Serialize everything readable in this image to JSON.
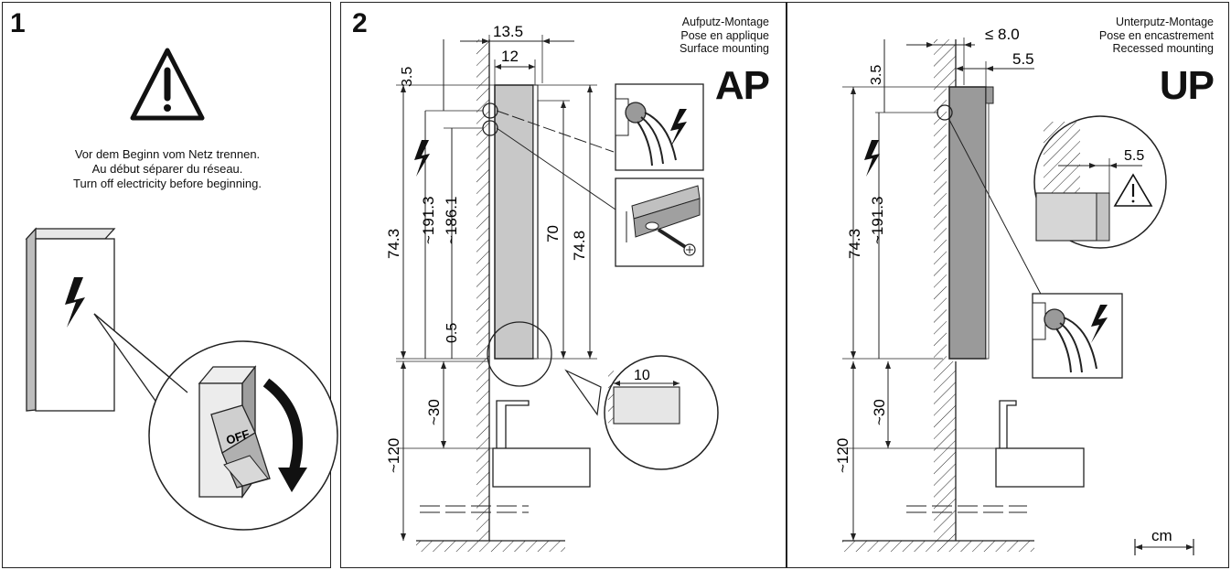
{
  "panels": [
    {
      "number": "1",
      "warning_lines": [
        "Vor dem Beginn vom Netz trennen.",
        "Au début séparer du réseau.",
        "Turn off electricity before beginning."
      ],
      "switch_label": "OFF"
    },
    {
      "number": "2",
      "caption_lines": [
        "Aufputz-Montage",
        "Pose en applique",
        "Surface mounting"
      ],
      "badge": "AP",
      "dims": {
        "d13_5": "13.5",
        "d12": "12",
        "d3_5": "3.5",
        "d74_3": "74.3",
        "d191_3": "~191.3",
        "d186_1": "~186.1",
        "d70": "70",
        "d74_8": "74.8",
        "d0_5": "0.5",
        "d30": "~30",
        "d120": "~120",
        "d10": "10"
      }
    },
    {
      "caption_lines": [
        "Unterputz-Montage",
        "Pose en encastrement",
        "Recessed mounting"
      ],
      "badge": "UP",
      "dims": {
        "d8_0": "≤ 8.0",
        "d5_5": "5.5",
        "d3_5": "3.5",
        "d74_3": "74.3",
        "d191_3": "~191.3",
        "d30": "~30",
        "d120": "~120",
        "d5_5_detail": "5.5"
      },
      "unit": "cm"
    }
  ],
  "colors": {
    "line": "#1a1a1a",
    "cabinet": "#c8c8c8",
    "cabinet_dark": "#9a9a9a",
    "detail_gray": "#d6d6d6"
  },
  "icons": [
    "warning-triangle-icon",
    "lightning-bolt-icon",
    "cable-gland-icon",
    "screw-icon"
  ]
}
